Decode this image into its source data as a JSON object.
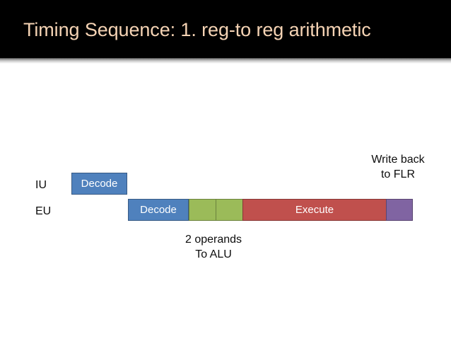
{
  "slide": {
    "title": "Timing Sequence: 1. reg-to reg arithmetic",
    "background_color": "#FFFFFF",
    "header_background_color": "#000000",
    "title_color": "#F5D3B4"
  },
  "diagram": {
    "type": "pipeline-timing-diagram",
    "rows": [
      {
        "label": "IU",
        "stages": [
          {
            "name": "decode",
            "label": "Decode",
            "color": "#4F81BD"
          }
        ]
      },
      {
        "label": "EU",
        "stages": [
          {
            "name": "decode",
            "label": "Decode",
            "color": "#4F81BD"
          },
          {
            "name": "operand-1",
            "label": "",
            "color": "#9BBB59"
          },
          {
            "name": "operand-2",
            "label": "",
            "color": "#9BBB59"
          },
          {
            "name": "execute",
            "label": "Execute",
            "color": "#C0504D"
          },
          {
            "name": "writeback",
            "label": "",
            "color": "#8064A2"
          }
        ]
      }
    ],
    "annotations": [
      {
        "name": "write-back-note",
        "line1": "Write back",
        "line2": "to FLR"
      },
      {
        "name": "operands-note",
        "line1": "2 operands",
        "line2": "To ALU"
      }
    ]
  }
}
